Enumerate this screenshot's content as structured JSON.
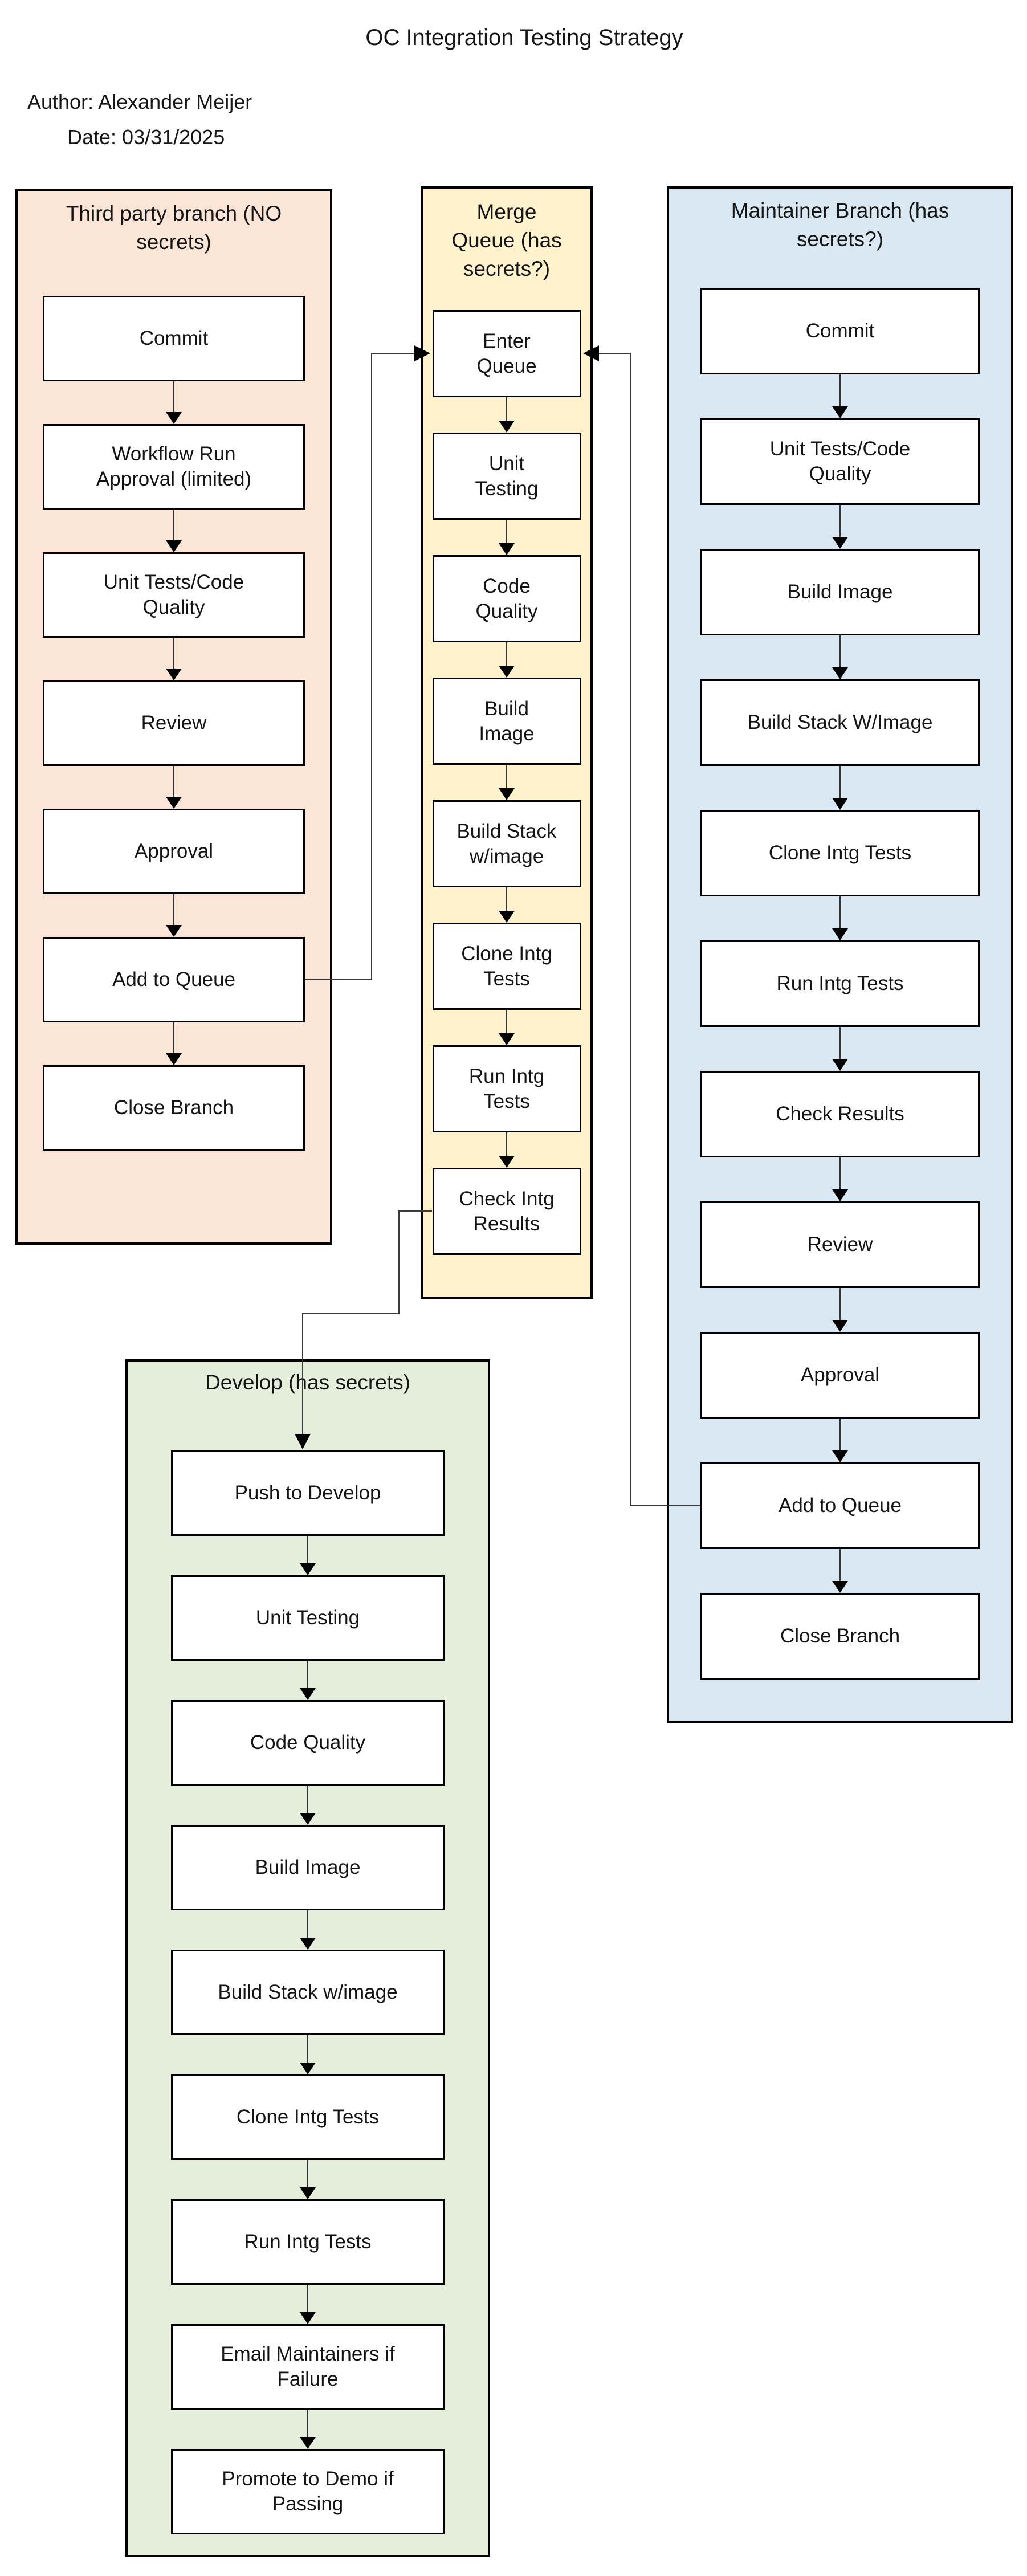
{
  "page": {
    "title": "OC Integration Testing Strategy",
    "author_line": "Author: Alexander Meijer",
    "date_line": "Date: 03/31/2025"
  },
  "colors": {
    "third_party_bg": "#fbe5d6",
    "merge_queue_bg": "#fff2cc",
    "maintainer_bg": "#d9e8f2",
    "develop_bg": "#e5eeda",
    "node_bg": "#ffffff",
    "border": "#000000"
  },
  "containers": {
    "third_party": {
      "title": "Third party branch (NO\nsecrets)",
      "steps": {
        "0": "Commit",
        "1": "Workflow Run\nApproval (limited)",
        "2": "Unit Tests/Code\nQuality",
        "3": "Review",
        "4": "Approval",
        "5": "Add to Queue",
        "6": "Close Branch"
      }
    },
    "merge_queue": {
      "title": "Merge\nQueue (has\nsecrets?)",
      "steps": {
        "0": "Enter\nQueue",
        "1": "Unit\nTesting",
        "2": "Code\nQuality",
        "3": "Build\nImage",
        "4": "Build Stack\nw/image",
        "5": "Clone Intg\nTests",
        "6": "Run Intg\nTests",
        "7": "Check Intg\nResults"
      }
    },
    "maintainer": {
      "title": "Maintainer Branch (has\nsecrets?)",
      "steps": {
        "0": "Commit",
        "1": "Unit Tests/Code\nQuality",
        "2": "Build Image",
        "3": "Build Stack W/Image",
        "4": "Clone Intg Tests",
        "5": "Run Intg Tests",
        "6": "Check Results",
        "7": "Review",
        "8": "Approval",
        "9": "Add to Queue",
        "10": "Close Branch"
      }
    },
    "develop": {
      "title": "Develop (has secrets)",
      "steps": {
        "0": "Push to Develop",
        "1": "Unit Testing",
        "2": "Code Quality",
        "3": "Build Image",
        "4": "Build Stack w/image",
        "5": "Clone Intg Tests",
        "6": "Run Intg Tests",
        "7": "Email Maintainers if\nFailure",
        "8": "Promote to Demo if\nPassing"
      }
    }
  },
  "edges": [
    {
      "from": "Third party branch: Add to Queue",
      "to": "Merge Queue: Enter Queue"
    },
    {
      "from": "Maintainer Branch: Add to Queue",
      "to": "Merge Queue: Enter Queue"
    },
    {
      "from": "Merge Queue: Check Intg Results",
      "to": "Develop: Push to Develop"
    }
  ]
}
